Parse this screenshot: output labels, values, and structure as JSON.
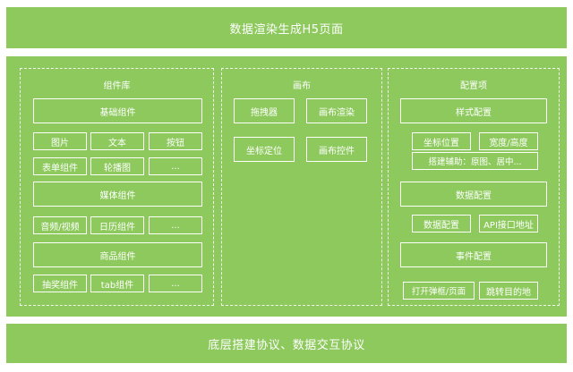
{
  "top": {
    "title": "数据渲染生成H5页面"
  },
  "bottom": {
    "title": "底层搭建协议、数据交互协议"
  },
  "library": {
    "title": "组件库",
    "basic": {
      "label": "基础组件",
      "items": [
        "图片",
        "文本",
        "按钮",
        "表单组件",
        "轮播图",
        "..."
      ]
    },
    "media": {
      "label": "媒体组件",
      "items": [
        "音频/视频",
        "日历组件",
        "..."
      ]
    },
    "goods": {
      "label": "商品组件",
      "items": [
        "抽奖组件",
        "tab组件",
        "..."
      ]
    }
  },
  "canvas": {
    "title": "画布",
    "items": [
      "拖拽器",
      "画布渲染",
      "坐标定位",
      "画布控件"
    ]
  },
  "config": {
    "title": "配置项",
    "style": {
      "label": "样式配置",
      "items": [
        "坐标位置",
        "宽度/高度",
        "搭建辅助：原图、居中..."
      ]
    },
    "data": {
      "label": "数据配置",
      "items": [
        "数据配置",
        "API接口地址"
      ]
    },
    "event": {
      "label": "事件配置",
      "items": [
        "打开弹框/页面",
        "跳转目的地"
      ]
    }
  }
}
